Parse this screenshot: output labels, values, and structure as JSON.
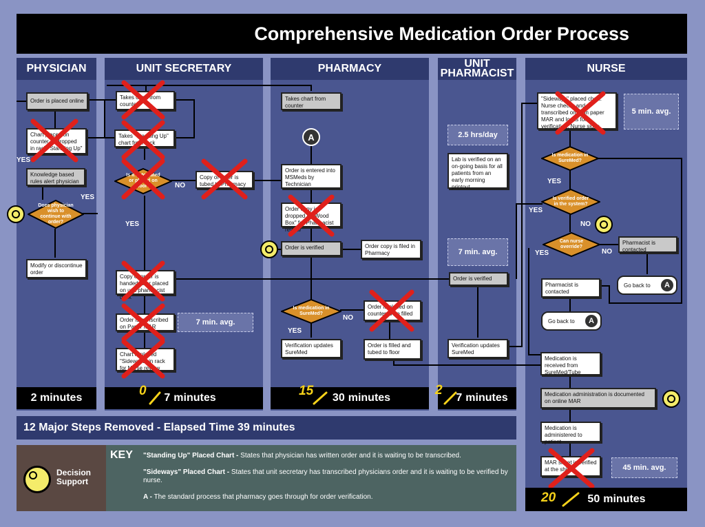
{
  "title": "Comprehensive Medication Order Process",
  "lanes": {
    "physician": "PHYSICIAN",
    "unit_secretary": "UNIT SECRETARY",
    "pharmacy": "PHARMACY",
    "unit_pharmacist": "UNIT PHARMACIST",
    "nurse": "NURSE"
  },
  "footers": {
    "physician": "2 minutes",
    "unit_secretary": "minutes",
    "unit_secretary_new": "0",
    "unit_secretary_old": "7",
    "pharmacy": "minutes",
    "pharmacy_new": "15",
    "pharmacy_old": "30",
    "unit_pharmacist": "minutes",
    "unit_pharmacist_new": "2",
    "unit_pharmacist_old": "7",
    "nurse": "minutes",
    "nurse_new": "20",
    "nurse_old": "50"
  },
  "physician": {
    "order_online": "Order is placed online",
    "chart_counter": "Chart placed on counter or dropped in rack \"Standing Up\"",
    "yes1": "YES",
    "knowledge": "Knowledge based rules alert physician",
    "yes2": "YES",
    "continue_q": "Does physician wish to continue with order?",
    "modify": "Modify or discontinue order"
  },
  "secretary": {
    "takes_chart": "Takes chart from counter",
    "takes_standing": "Takes \"Standing Up\" chart from rack",
    "automated_q": "Is it automated or placed on floor?",
    "no": "NO",
    "copy_tubed": "Copy of order is tubed to Pharmacy",
    "yes": "YES",
    "copy_handed": "Copy of order is handed to or placed on unit pharmacist desk",
    "avg7": "7 min. avg.",
    "order_transcribed": "Order is transcribed on Paper MAR",
    "chart_sideways": "Chart is placed \"Sideways\" in rack for Nurse review"
  },
  "pharmacy": {
    "takes_chart": "Takes chart from counter",
    "a": "A",
    "entered": "Order is entered into MSMeds by Technician",
    "dropped": "Order copy is dropped in \"Wood Box\" for Pharmacist review",
    "verified": "Order is verified",
    "filed": "Order copy is filed in Pharmacy",
    "sure_q": "Is medication in SureMed?",
    "no": "NO",
    "placed_counter": "Order is placed on counter to be filled",
    "yes": "YES",
    "verif_updates": "Verification updates SureMed",
    "filled_tubed": "Order is filled and tubed to floor"
  },
  "unit_pharmacist": {
    "hrs": "2.5 hrs/day",
    "lab": "Lab is verified on an on-going basis for all patients from an early morning printout",
    "avg7": "7 min. avg.",
    "verified": "Order is verified",
    "verif_updates": "Verification updates SureMed"
  },
  "nurse": {
    "sideways": "\"Sideways\" placed chart. Nurse checks and transcribed order in paper MAR and looks for verification. Nurse signs",
    "avg5": "5 min. avg.",
    "sure_q": "Is medication in SureMed?",
    "yes1": "YES",
    "verified_q": "Is verified order in the system?",
    "yes2": "YES",
    "no1": "NO",
    "override_q": "Can nurse override?",
    "no2": "NO",
    "yes3": "YES",
    "pharm_contacted1": "Pharmacist is contacted",
    "goback1": "Go back to",
    "pharm_contacted2": "Pharmacist is contacted",
    "goback2": "Go back to",
    "a": "A",
    "received": "Medication is received from SureMed/Tube",
    "documented": "Medication administration is documented on online MAR",
    "administered": "Medication is administered to patient",
    "mar": "MAR sheet is verified at the shift",
    "avg45": "45 min. avg."
  },
  "summary": "12 Major Steps Removed - Elapsed Time 39 minutes",
  "key": {
    "heading": "KEY",
    "ds_label": "Decision Support",
    "k1_term": "\"Standing Up\" Placed Chart -",
    "k1_text": " States that physician has written order and it is waiting to be transcribed.",
    "k2_term": "\"Sideways\" Placed Chart -",
    "k2_text": " States that unit secretary has transcribed physicians order and it is waiting to be verified by nurse.",
    "k3_term": "A -",
    "k3_text": " The standard process that pharmacy goes through for order verification."
  },
  "colors": {
    "lane": "#4a5690",
    "header": "#2f3a6e",
    "decision": "#d9902a",
    "cross": "#e0201b",
    "highlight": "#f6d21a"
  }
}
